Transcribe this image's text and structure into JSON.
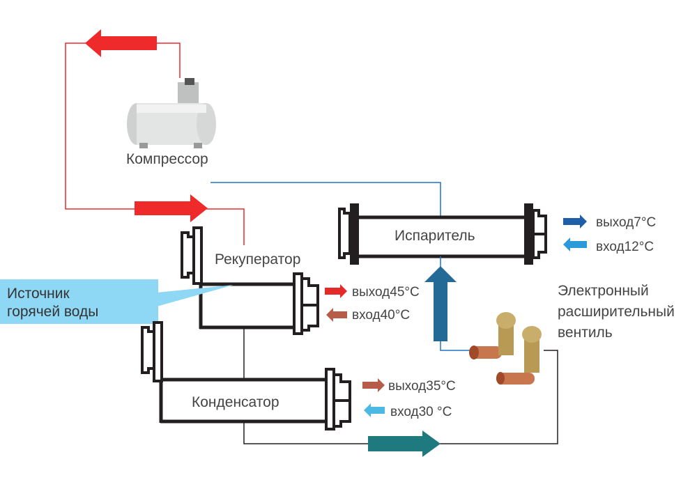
{
  "labels": {
    "compressor": "Компрессор",
    "recuperator": "Рекуператор",
    "hot_water_source_line1": "Источник",
    "hot_water_source_line2": "горячей воды",
    "evaporator": "Испаритель",
    "condenser": "Конденсатор",
    "valve_line1": "Электронный",
    "valve_line2": "расширительный",
    "valve_line3": "вентиль"
  },
  "temperatures": {
    "evaporator_out": "выход7°C",
    "evaporator_in": "вход12°C",
    "recuperator_out": "выход45°C",
    "recuperator_in": "вход40°C",
    "condenser_out": "выход35°C",
    "condenser_in": "вход30 °C"
  },
  "colors": {
    "hot_gas": "#ee2a2a",
    "suction_line": "#1f74c4",
    "liquid_arrow": "#236b96",
    "condenser_arrow": "#1f7a80",
    "callout": "#8fd8f5",
    "warm_water": "#b85c4a",
    "cold_water": "#4cb8e4"
  }
}
